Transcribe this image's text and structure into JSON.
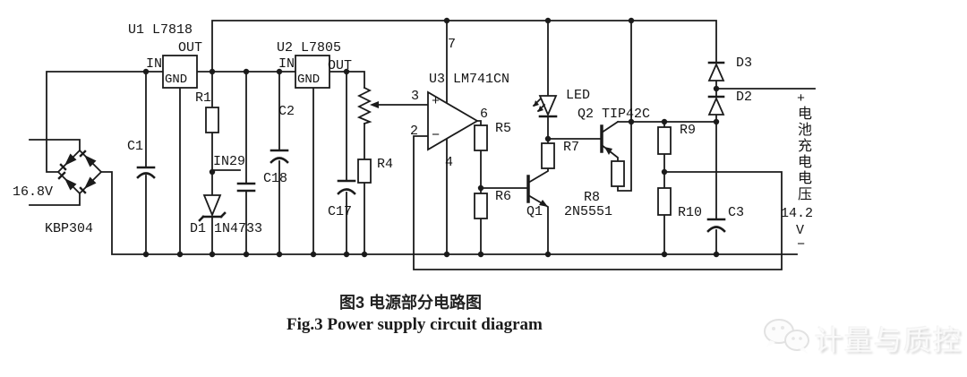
{
  "colors": {
    "wire": "#1b1b1b",
    "background": "#ffffff",
    "watermark_text": "#fafafa",
    "watermark_shadow": "#d9d9d9"
  },
  "labels": {
    "u1": "U1 L7818",
    "u1_in": "IN",
    "u1_out": "OUT",
    "u1_gnd": "GND",
    "u2": "U2 L7805",
    "u2_in": "IN",
    "u2_out": "OUT",
    "u2_gnd": "GND",
    "u3": "U3 LM741CN",
    "pin2": "2",
    "pin3": "3",
    "pin4": "4",
    "pin6": "6",
    "pin7": "7",
    "opamp_plus": "+",
    "opamp_minus": "−",
    "r1": "R1",
    "r4": "R4",
    "r5": "R5",
    "r6": "R6",
    "r7": "R7",
    "r8": "R8",
    "r9": "R9",
    "r10": "R10",
    "c1": "C1",
    "c2": "C2",
    "c3": "C3",
    "c17": "C17",
    "c18": "C18",
    "in29": "IN29",
    "d1": "D1 1N4733",
    "d2": "D2",
    "d3": "D3",
    "led": "LED",
    "q1": "Q1",
    "q1_part": "2N5551",
    "q2": "Q2 TIP42C",
    "bridge": "KBP304",
    "source_voltage": "16.8V",
    "bat_plus": "+",
    "bat_minus": "−",
    "bat_label": "电池充电电压",
    "bat_value": "14.2",
    "bat_unit": "V"
  },
  "caption": {
    "zh": "图3  电源部分电路图",
    "en": "Fig.3 Power supply circuit diagram"
  },
  "watermark": {
    "icon": "wechat-icon",
    "text": "计量与质控"
  }
}
